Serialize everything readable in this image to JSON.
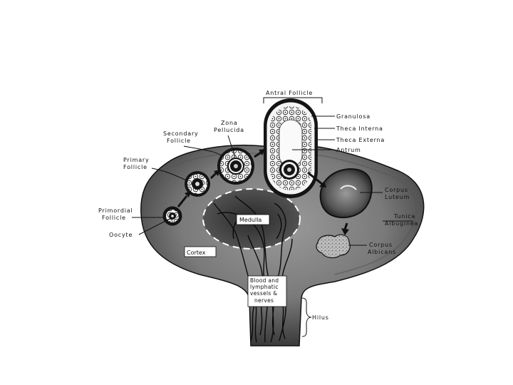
{
  "labels": {
    "antral_follicle": "Antral Follicle",
    "granulosa": "Granulosa",
    "theca_interna": "Theca Interna",
    "theca_externa": "Theca Externa",
    "antrum": "Antrum",
    "zona_pellucida": [
      "Zona",
      "Pellucida"
    ],
    "secondary_follicle": [
      "Secondary",
      "Follicle"
    ],
    "primary_follicle": [
      "Primary",
      "Follicle"
    ],
    "primordial_follicle": [
      "Primordial",
      "Follicle"
    ],
    "oocyte": "Oocyte",
    "corpus_luteum": [
      "Corpus",
      "Luteum"
    ],
    "tunica_albuginea": [
      "Tunica",
      "Albuginea"
    ],
    "corpus_albicans": [
      "Corpus",
      "Albicans"
    ],
    "medulla": "Medulla",
    "cortex": "Cortex",
    "blood_vessels": [
      "Blood and",
      "lymphatic",
      "vessels &",
      "nerves"
    ],
    "hilus": "Hilus"
  },
  "colors": {
    "ovary_fill": "#7a7a7a",
    "ovary_dark": "#2a2a2a",
    "medulla_fill": "#4a4a4a",
    "follicle_dark": "#151515",
    "follicle_light": "#f2f2f2"
  }
}
